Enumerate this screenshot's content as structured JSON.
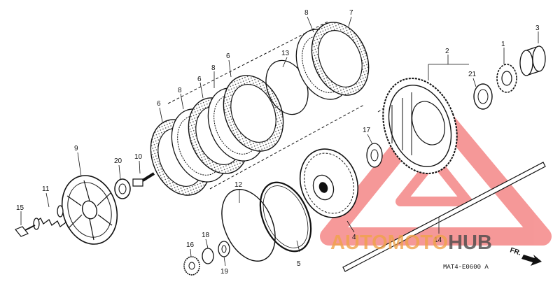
{
  "labels": {
    "p1": "1",
    "p2": "2",
    "p3": "3",
    "p4": "4",
    "p5": "5",
    "p6a": "6",
    "p6b": "6",
    "p6c": "6",
    "p7": "7",
    "p8a": "8",
    "p8b": "8",
    "p8c": "8",
    "p9": "9",
    "p10": "10",
    "p11": "11",
    "p12": "12",
    "p13": "13",
    "p14": "14",
    "p15": "15",
    "p16": "16",
    "p17": "17",
    "p18": "18",
    "p19": "19",
    "p20": "20",
    "p21": "21"
  },
  "diagram_code": "MAT4-E0600 A",
  "direction_label": "FR.",
  "watermark": {
    "text_auto": "AUTO",
    "text_moto": "MOTO",
    "text_hub": "HUB",
    "color_primary": "#f0a24a",
    "color_hub": "#4a4a4a",
    "color_triangle": "#ee4545"
  }
}
